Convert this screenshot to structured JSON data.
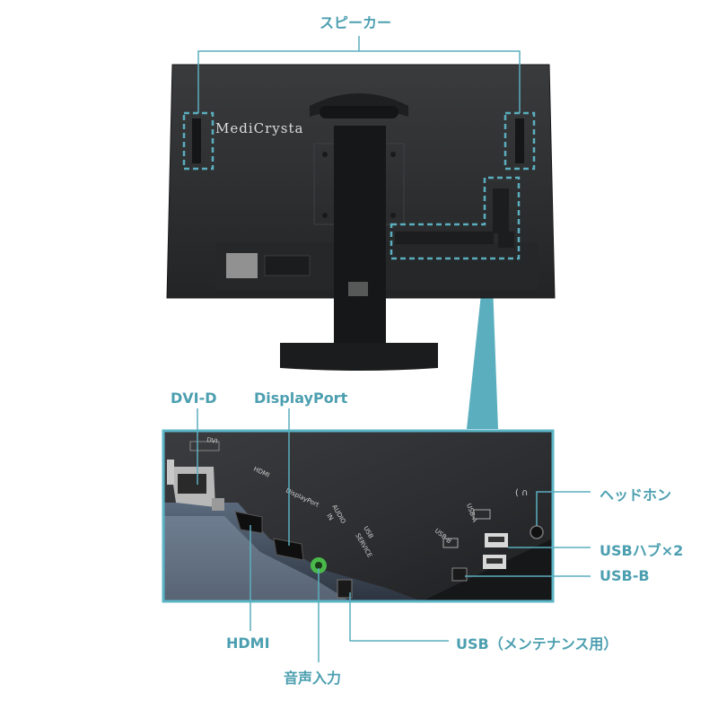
{
  "brand": "MediCrysta",
  "labels": {
    "speaker": "スピーカー",
    "dvi_d": "DVI-D",
    "displayport": "DisplayPort",
    "headphone": "ヘッドホン",
    "usb_hub": "USBハブ×2",
    "usb_b": "USB-B",
    "hdmi": "HDMI",
    "usb_maintenance": "USB（メンテナンス用）",
    "audio_in": "音声入力"
  },
  "port_markings": {
    "dvi": "DVI",
    "hdmi": "HDMI",
    "displayport": "DisplayPort",
    "audio_in_1": "AUDIO",
    "audio_in_2": "IN",
    "usb_service_1": "USB",
    "usb_service_2": "SERVICE",
    "usb_b": "USB-B",
    "usb_a": "USB-A"
  },
  "colors": {
    "accent": "#4c9fb0",
    "monitor_body": "#2b2c2e",
    "closeup_frame": "#5bb5c6"
  }
}
